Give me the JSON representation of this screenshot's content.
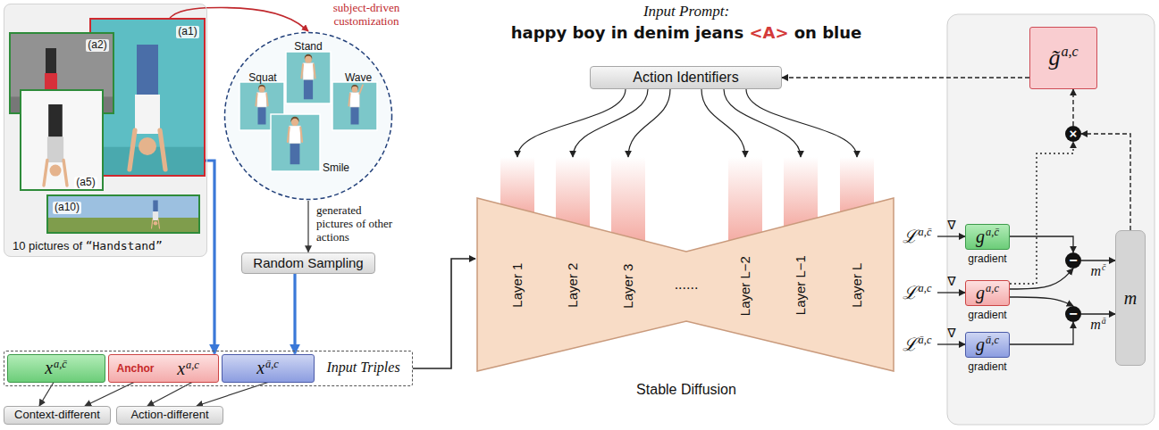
{
  "diagram": {
    "nodes": [
      {
        "text": [
          "10 pictures of “Handstand”"
        ]
      },
      {
        "text": [
          "(a1)"
        ],
        "in": 0
      },
      {
        "text": [
          "(a2)"
        ],
        "in": 0
      },
      {
        "text": [
          "(a5)"
        ],
        "in": 0
      },
      {
        "text": [
          "(a10)"
        ],
        "in": 0
      },
      {
        "text": [
          "Stand",
          "Squat",
          "Wave",
          "Smile"
        ]
      },
      {
        "text": [
          "Random Sampling"
        ]
      },
      {
        "text": [
          "Input Triples"
        ]
      },
      {
        "text": [
          "xa,c̄"
        ],
        "in": 7
      },
      {
        "text": [
          "Anchor",
          "xa,c"
        ],
        "in": 7
      },
      {
        "text": [
          "xā,c"
        ],
        "in": 7
      },
      {
        "text": [
          "Context-different"
        ]
      },
      {
        "text": [
          "Action-different"
        ]
      },
      {
        "text": [
          "Action Identifiers"
        ]
      },
      {
        "text": [
          "Stable Diffusion"
        ]
      },
      {
        "text": [
          "Layer 1"
        ],
        "in": 14
      },
      {
        "text": [
          "Layer 2"
        ],
        "in": 14
      },
      {
        "text": [
          "Layer 3"
        ],
        "in": 14
      },
      {
        "text": [
          "Layer L−2"
        ],
        "in": 14
      },
      {
        "text": [
          "Layer L−1"
        ],
        "in": 14
      },
      {
        "text": [
          "Layer L"
        ],
        "in": 14
      },
      {
        "text": [
          "ℒa,c̄"
        ]
      },
      {
        "text": [
          "ℒa,c"
        ]
      },
      {
        "text": [
          "ℒā,c"
        ]
      },
      {
        "text": [
          "ga,c̄",
          "gradient"
        ]
      },
      {
        "text": [
          "ga,c",
          "gradient"
        ]
      },
      {
        "text": [
          "gā,c",
          "gradient"
        ]
      },
      {
        "text": [
          "−"
        ]
      },
      {
        "text": [
          "−"
        ]
      },
      {
        "text": [
          "m"
        ]
      },
      {
        "text": [
          "×"
        ]
      },
      {
        "text": [
          "g̃a,c"
        ]
      }
    ],
    "edges": [
      {
        "from": 1,
        "to": 5,
        "arrow": "to",
        "label": "subject-driven customization"
      },
      {
        "from": 5,
        "to": 6,
        "arrow": "to",
        "label": "generated pictures of other actions"
      },
      {
        "from": 1,
        "to": 9,
        "arrow": "to"
      },
      {
        "from": 6,
        "to": 10,
        "arrow": "to"
      },
      {
        "from": 8,
        "to": 11,
        "arrow": "to"
      },
      {
        "from": 9,
        "to": 11,
        "arrow": "to"
      },
      {
        "from": 9,
        "to": 12,
        "arrow": "to"
      },
      {
        "from": 10,
        "to": 12,
        "arrow": "to"
      },
      {
        "from": 7,
        "to": 14,
        "arrow": "to"
      },
      {
        "from": 13,
        "to": 15,
        "arrow": "to"
      },
      {
        "from": 13,
        "to": 16,
        "arrow": "to"
      },
      {
        "from": 13,
        "to": 17,
        "arrow": "to"
      },
      {
        "from": 13,
        "to": 18,
        "arrow": "to"
      },
      {
        "from": 13,
        "to": 19,
        "arrow": "to"
      },
      {
        "from": 13,
        "to": 20,
        "arrow": "to"
      },
      {
        "from": 21,
        "to": 24,
        "arrow": "to",
        "label": "∇"
      },
      {
        "from": 22,
        "to": 25,
        "arrow": "to",
        "label": "∇"
      },
      {
        "from": 23,
        "to": 26,
        "arrow": "to",
        "label": "∇"
      },
      {
        "from": 24,
        "to": 27,
        "arrow": "to"
      },
      {
        "from": 25,
        "to": 27,
        "arrow": "to"
      },
      {
        "from": 25,
        "to": 28,
        "arrow": "to"
      },
      {
        "from": 26,
        "to": 28,
        "arrow": "to"
      },
      {
        "from": 27,
        "to": 29,
        "arrow": "to",
        "label": "mc̄"
      },
      {
        "from": 28,
        "to": 29,
        "arrow": "to",
        "label": "mā"
      },
      {
        "from": 29,
        "to": 30,
        "arrow": "to"
      },
      {
        "from": 25,
        "to": 30,
        "arrow": "to"
      },
      {
        "from": 30,
        "to": 31,
        "arrow": "to"
      },
      {
        "from": 31,
        "to": 13,
        "arrow": "to"
      }
    ],
    "labels": [
      "Input Prompt:",
      "happy boy in denim jeans <A> on blue",
      "......"
    ]
  }
}
